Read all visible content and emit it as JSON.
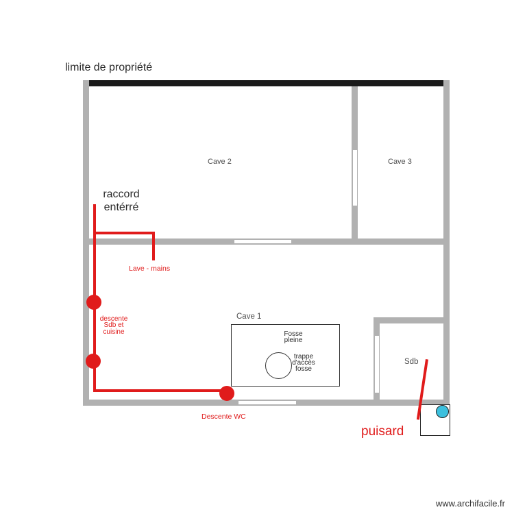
{
  "colors": {
    "wall_gray": "#b1b1b1",
    "boundary_black": "#1a1a1a",
    "pipe_red": "#e01b1b",
    "puisard_cyan": "#3cc0de",
    "dark_text": "#2b2b2b",
    "room_text": "#4d4d4d",
    "watermark_text": "#333333"
  },
  "labels": {
    "property_limit": "limite de propriété",
    "raccord": "raccord\nentérré",
    "lave_mains": "Lave - mains",
    "descente_sdb": "descente\nSdb et\ncuisine",
    "descente_wc": "Descente WC",
    "puisard": "puisard"
  },
  "rooms": {
    "cave1": "Cave 1",
    "cave2": "Cave 2",
    "cave3": "Cave 3",
    "sdb": "Sdb"
  },
  "fosse": {
    "label": "Fosse\npleine",
    "hatch_label": "trappe\nd'accès\nfosse"
  },
  "watermark": "www.archifacile.fr"
}
